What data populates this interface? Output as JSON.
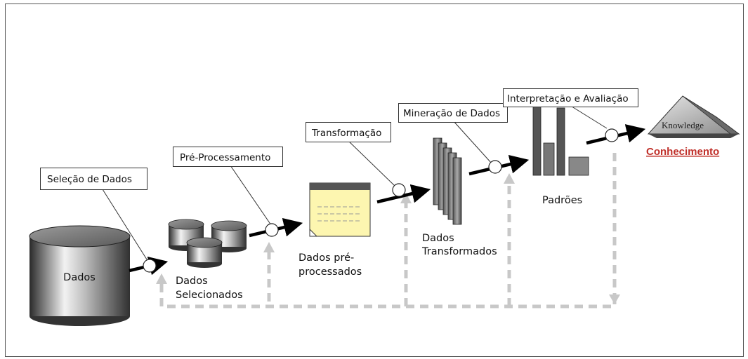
{
  "steps": {
    "selecao": "Seleção de Dados",
    "preprocessamento": "Pré-Processamento",
    "transformacao": "Transformação",
    "mineracao": "Mineração de Dados",
    "interpretacao": "Interpretação e Avaliação"
  },
  "nodes": {
    "dados": "Dados",
    "dados_selecionados": [
      "Dados",
      "Selecionados"
    ],
    "dados_preprocessados": [
      "Dados pré-",
      "processados"
    ],
    "dados_transformados": [
      "Dados",
      "Transformados"
    ],
    "padroes": "Padrões",
    "knowledge": "Knowledge",
    "conhecimento": "Conhecimento"
  },
  "colors": {
    "conhecimento": "#c0302a",
    "feedback_dashes": "#c8c8c8",
    "note_fill": "#fdf6b0"
  }
}
